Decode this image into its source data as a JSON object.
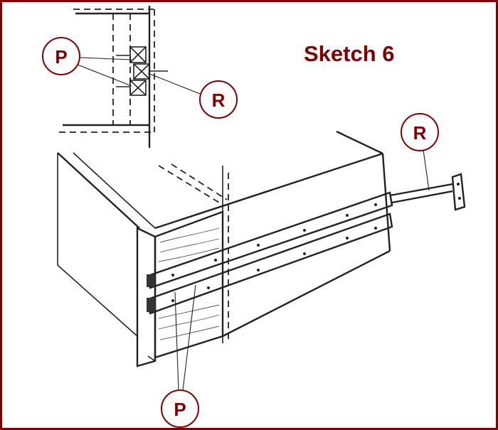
{
  "title": "Sketch 6",
  "labels": {
    "p_top": "P",
    "r_top": "R",
    "r_runner": "R",
    "p_bottom": "P"
  },
  "colors": {
    "accent": "#800000",
    "line": "#222222"
  }
}
